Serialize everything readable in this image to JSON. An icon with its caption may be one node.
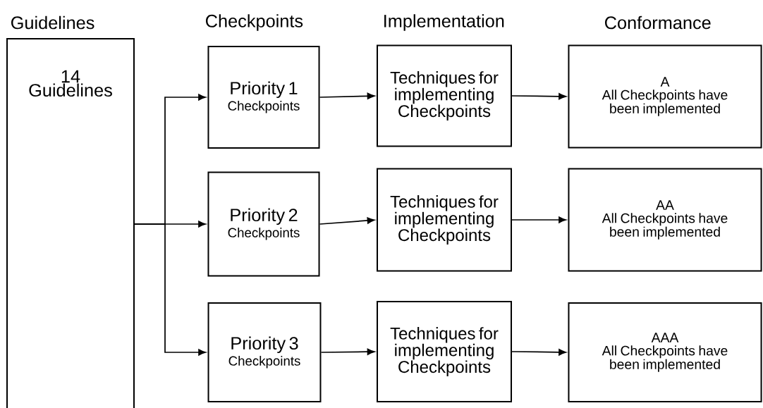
{
  "diagram": {
    "nodes": [
      {
        "text": [
          "14 Guidelines"
        ]
      },
      {
        "text": [
          "Priority 1",
          "Checkpoints"
        ]
      },
      {
        "text": [
          "Techniques for implementing Checkpoints"
        ]
      },
      {
        "text": [
          "A",
          "All Checkpoints have been implemented"
        ]
      },
      {
        "text": [
          "Priority 2",
          "Checkpoints"
        ]
      },
      {
        "text": [
          "Techniques for implementing Checkpoints"
        ]
      },
      {
        "text": [
          "AA",
          "All Checkpoints have been implemented"
        ]
      },
      {
        "text": [
          "Priority 3",
          "Checkpoints"
        ]
      },
      {
        "text": [
          "Techniques for implementing Checkpoints"
        ]
      },
      {
        "text": [
          "AAA",
          "All Checkpoints have been implemented"
        ]
      }
    ],
    "edges": [
      {
        "from": 0,
        "to": 1,
        "arrow": "to"
      },
      {
        "from": 0,
        "to": 4,
        "arrow": "to"
      },
      {
        "from": 0,
        "to": 7,
        "arrow": "to"
      },
      {
        "from": 1,
        "to": 2,
        "arrow": "to"
      },
      {
        "from": 2,
        "to": 3,
        "arrow": "to"
      },
      {
        "from": 4,
        "to": 5,
        "arrow": "to"
      },
      {
        "from": 5,
        "to": 6,
        "arrow": "to"
      },
      {
        "from": 7,
        "to": 8,
        "arrow": "to"
      },
      {
        "from": 8,
        "to": 9,
        "arrow": "to"
      }
    ],
    "labels": [
      "Guidelines",
      "Checkpoints",
      "Implementation",
      "Conformance"
    ]
  }
}
